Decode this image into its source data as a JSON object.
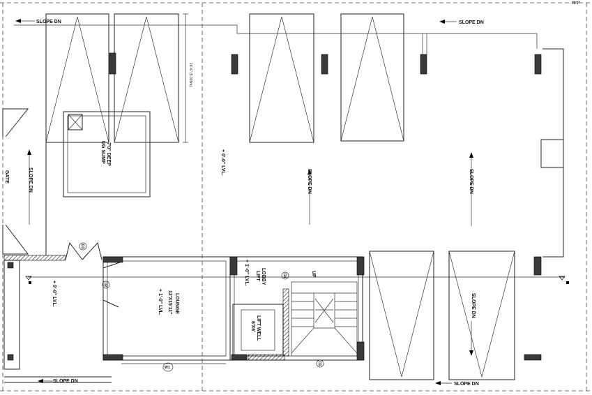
{
  "labels": {
    "slope_dn": "SLOPE DN",
    "gate": "GATE",
    "ug_sump": "UG SUMP",
    "ug_sump_depth": "7'0\" DEEP",
    "level_0": "+ 0'-0\" LVL.",
    "level_1": "+ 1'-0\" LVL.",
    "lift_lobby_1": "LIFT",
    "lift_lobby_2": "LOBBY",
    "lift_well_1": "LIFT WELL",
    "lift_well_2": "6'X6'",
    "lounge": "LOUNGE",
    "lounge_size": "12'X15'11\"",
    "up": "UP",
    "dimension": "16'-6\" (5.029m)",
    "corner_mark": "75'0\"",
    "door_d1": "D1",
    "door_d2": "D2",
    "door_d3": "D3",
    "door_d4": "D4",
    "window_w1": "W1"
  }
}
